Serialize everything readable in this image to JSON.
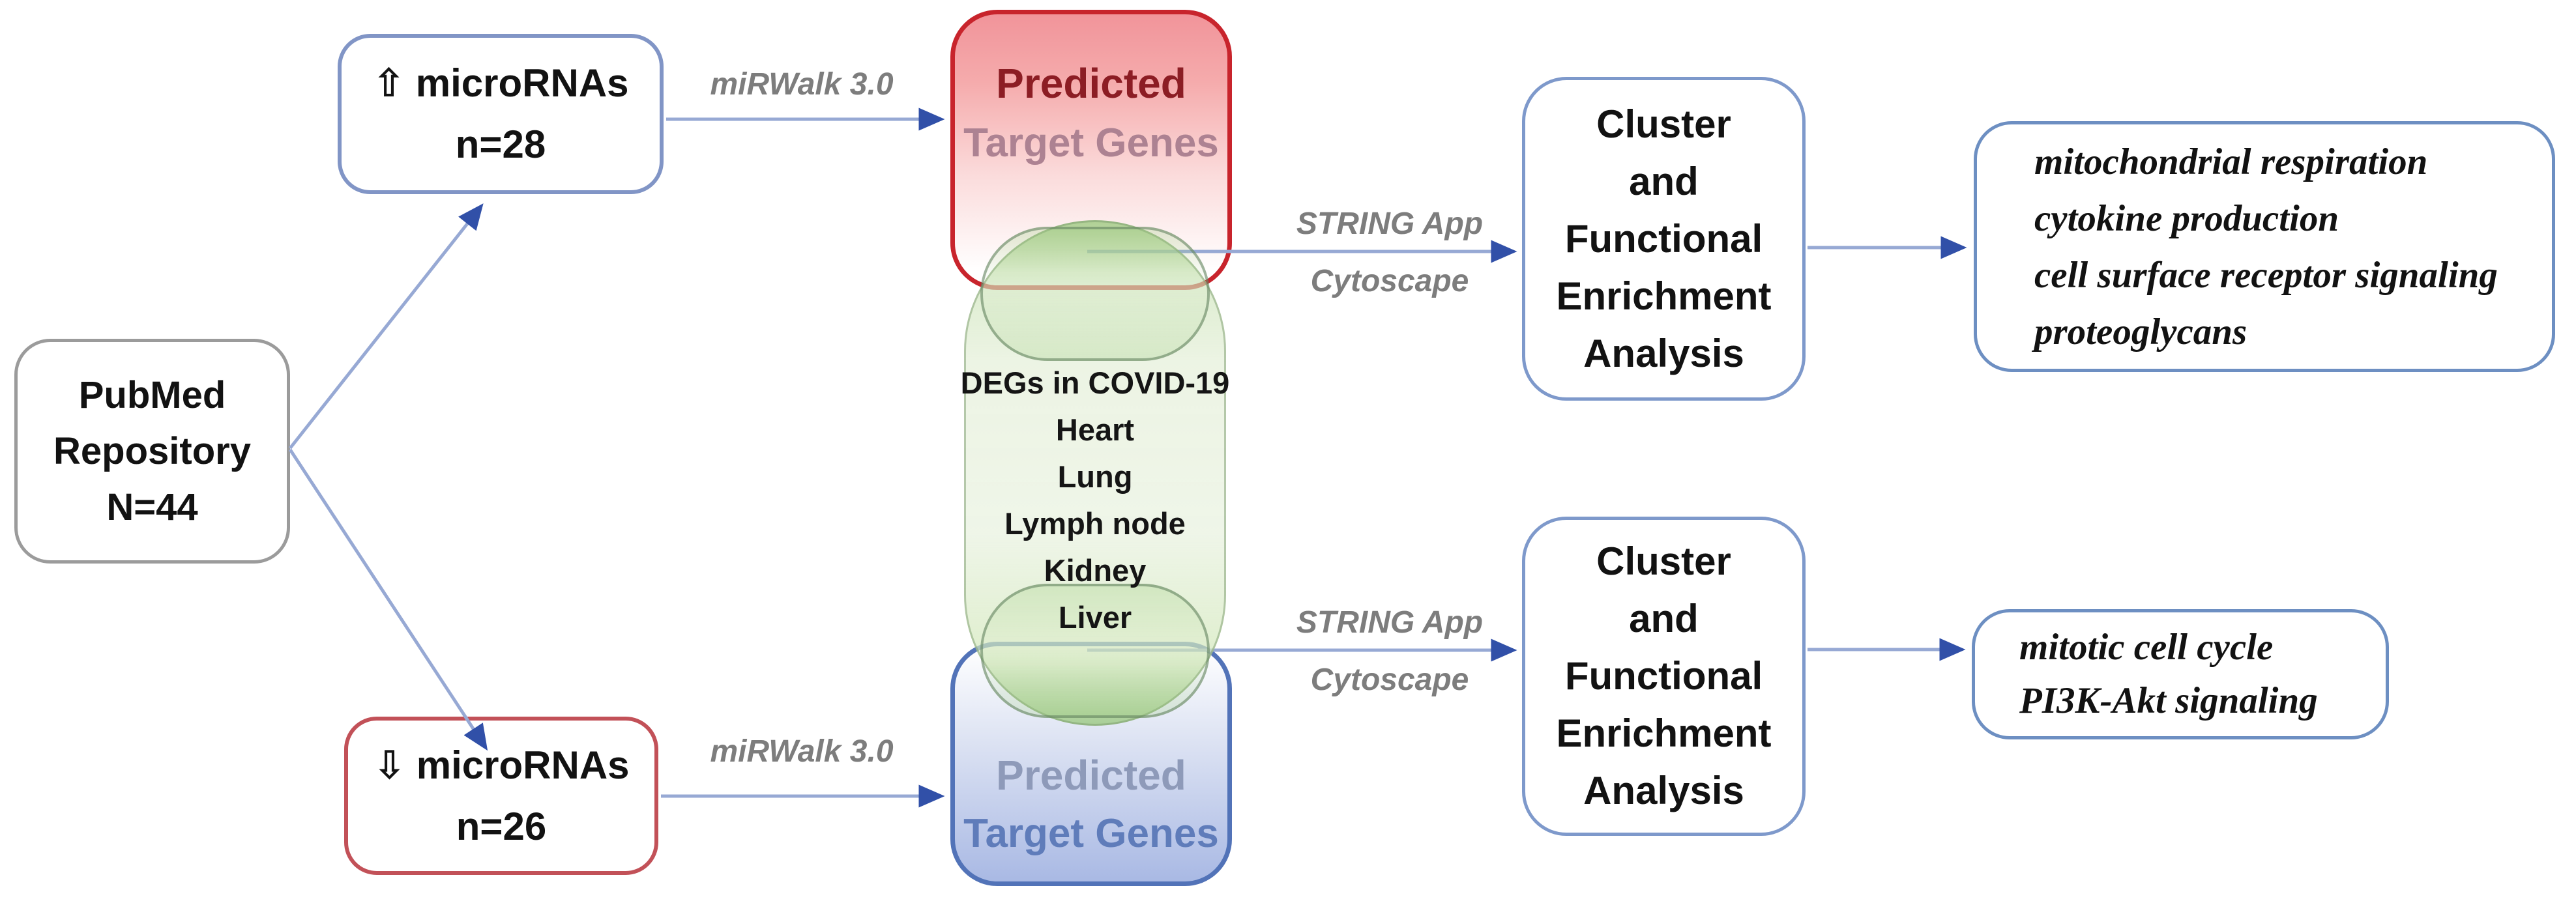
{
  "colors": {
    "connector_line": "#97a9d4",
    "arrowhead": "#3150a8",
    "pubmed_border": "#9b9b9b",
    "mirna_up_border": "#8195c6",
    "mirna_down_border": "#c25158",
    "red_box_border": "#c8242c",
    "red_box_fill_top": "#f1949a",
    "blue_box_border": "#5273b8",
    "blue_box_fill_bottom": "#a9b9e4",
    "green_capsule_fill": "#9cc87e",
    "predicted_red_text": "#8c1d24",
    "target_genes_red_text": "#ad8292",
    "predicted_blue_text": "#8e9ab9",
    "target_genes_blue_text": "#5f7cba",
    "label_gray": "#7d7d7d"
  },
  "pubmed": {
    "lines": [
      "PubMed",
      "Repository",
      "N=44"
    ]
  },
  "mirna_up": {
    "arrow": "⇧",
    "label": "microRNAs",
    "count": "n=28"
  },
  "mirna_down": {
    "arrow": "⇩",
    "label": "microRNAs",
    "count": "n=26"
  },
  "mirwalk_top": {
    "label": "miRWalk 3.0"
  },
  "mirwalk_bottom": {
    "label": "miRWalk 3.0"
  },
  "predicted_top": {
    "line1": "Predicted",
    "line2": "Target Genes"
  },
  "predicted_bottom": {
    "line1": "Predicted",
    "line2": "Target Genes"
  },
  "degs": {
    "lines": [
      "DEGs in COVID-19",
      "Heart",
      "Lung",
      "Lymph node",
      "Kidney",
      "Liver"
    ]
  },
  "string_top": {
    "line1": "STRING App",
    "line2": "Cytoscape"
  },
  "string_bottom": {
    "line1": "STRING App",
    "line2": "Cytoscape"
  },
  "cluster_top": {
    "lines": [
      "Cluster",
      "and",
      "Functional",
      "Enrichment",
      "Analysis"
    ]
  },
  "cluster_bottom": {
    "lines": [
      "Cluster",
      "and",
      "Functional",
      "Enrichment",
      "Analysis"
    ]
  },
  "results_top": {
    "lines": [
      "mitochondrial respiration",
      "cytokine production",
      "cell surface receptor signaling",
      "proteoglycans"
    ]
  },
  "results_bottom": {
    "lines": [
      "mitotic cell cycle",
      "PI3K-Akt signaling"
    ]
  }
}
